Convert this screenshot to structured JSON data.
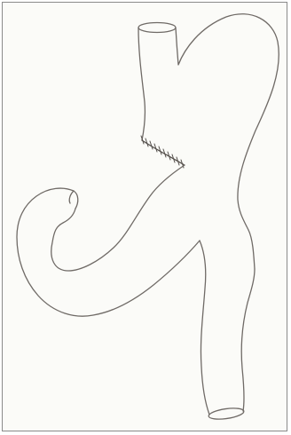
{
  "figure": {
    "colors": {
      "paper": "#fbfbf8",
      "outline": "#6f6a66",
      "frame": "#8a8a8a",
      "staple": "#55504c"
    },
    "parts": [
      "esophageal-stump",
      "gastric-pouch",
      "staple-line",
      "afferent-limb",
      "efferent-limb"
    ]
  }
}
